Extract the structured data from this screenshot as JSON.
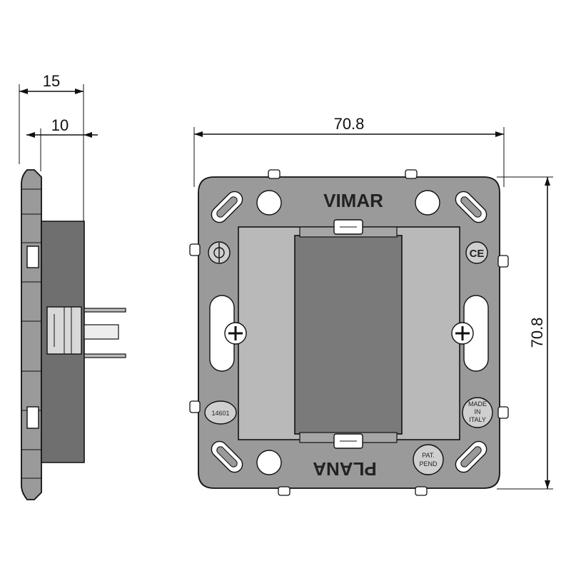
{
  "dimensions": {
    "side_total_depth": "15",
    "side_partial_depth": "10",
    "front_width": "70.8",
    "front_height": "70.8"
  },
  "markings": {
    "brand": "VIMAR",
    "series": "PLANA",
    "part_number": "14601",
    "made_in": [
      "MADE",
      "IN",
      "ITALY"
    ],
    "patent": [
      "PAT.",
      "PEND"
    ],
    "ce": "CE"
  }
}
